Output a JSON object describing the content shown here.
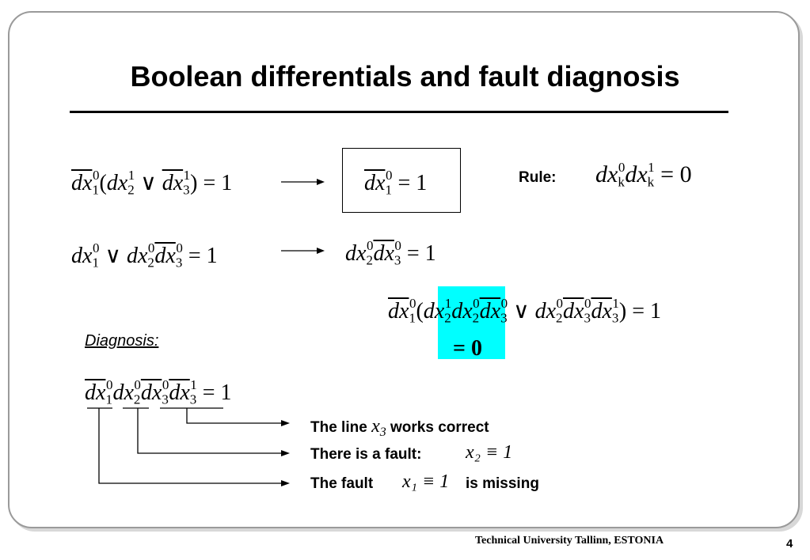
{
  "slide": {
    "title": "Boolean differentials and fault diagnosis",
    "rule_label": "Rule:",
    "diagnosis_label": "Diagnosis:",
    "highlight_result": "= 0",
    "footer": "Technical University Tallinn, ESTONIA",
    "page_number": "4"
  },
  "equations": {
    "eq1_lhs": "dx1⁰ (dx2¹ ∨ dx3¹) = 1",
    "eq1_rhs": "dx1⁰ = 1",
    "rule": "dxk⁰ dxk¹ = 0",
    "eq2_lhs": "dx1⁰ ∨ dx2⁰ dx3⁰ = 1",
    "eq2_rhs": "dx2⁰ dx3⁰ = 1",
    "eq3": "dx1⁰ (dx2¹ dx2⁰ dx3⁰ ∨ dx2⁰ dx3⁰ dx3¹) = 1",
    "diagnosis_eq": "dx1⁰ dx2⁰ dx3⁰ dx3¹ = 1"
  },
  "conclusions": {
    "line1_pre": "The line",
    "line1_var": "x",
    "line1_sub": "3",
    "line1_post": "works correct",
    "line2_text": "There is a fault:",
    "line2_math": "x₂ ≡ 1",
    "line3_pre": "The fault",
    "line3_math": "x₁ ≡ 1",
    "line3_post": "is missing"
  },
  "colors": {
    "highlight": "#00ffff",
    "frame_border": "#9a9a9a"
  }
}
